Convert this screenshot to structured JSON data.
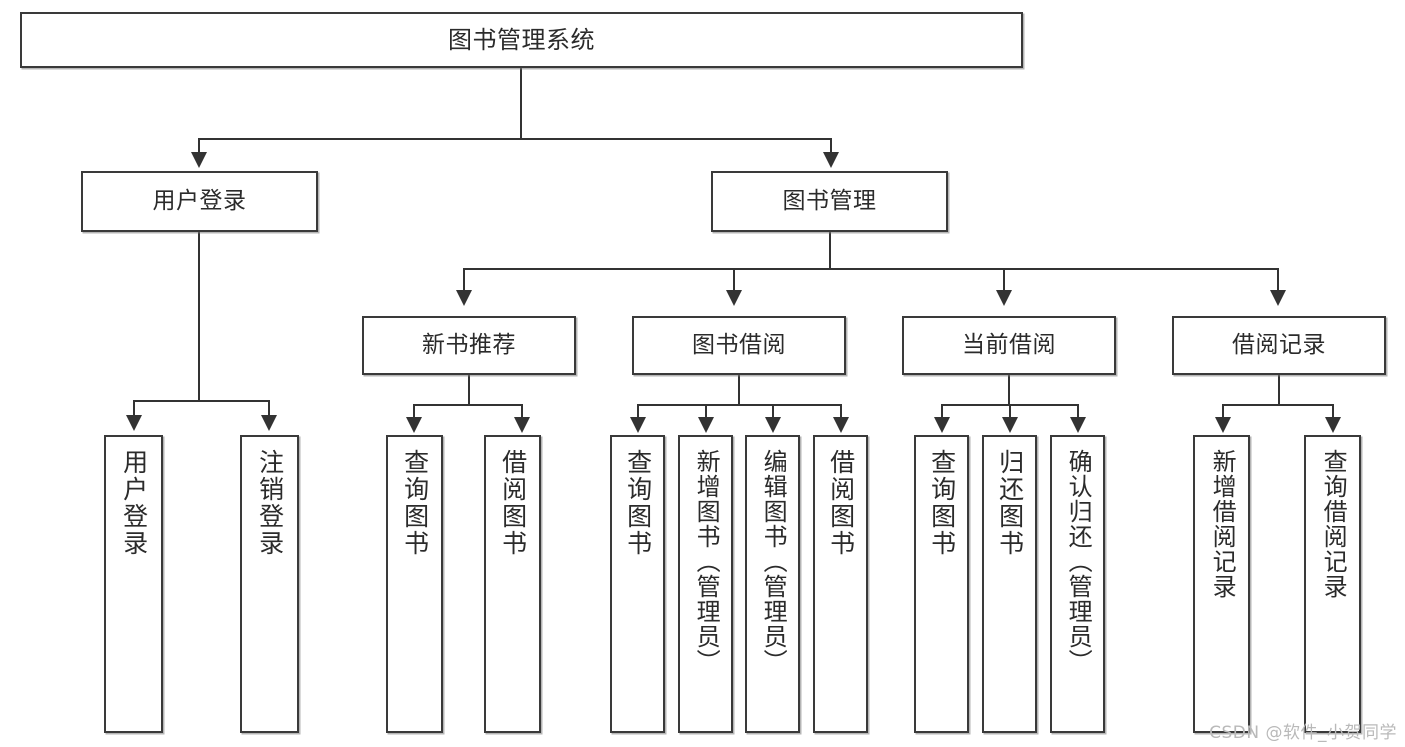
{
  "diagram": {
    "title": "图书管理系统",
    "type": "hierarchy-tree",
    "watermark": "CSDN @软件_小贺同学",
    "colors": {
      "box_border": "#3a3a3a",
      "connector": "#333333",
      "background": "#ffffff",
      "text": "#2b2b2b",
      "watermark": "#b9b9b9"
    },
    "levels": {
      "root": {
        "label": "图书管理系统"
      },
      "level1": [
        {
          "label": "用户登录"
        },
        {
          "label": "图书管理"
        }
      ],
      "level2": [
        {
          "label": "新书推荐"
        },
        {
          "label": "图书借阅"
        },
        {
          "label": "当前借阅"
        },
        {
          "label": "借阅记录"
        }
      ],
      "leaves": {
        "user_login": [
          {
            "label": "用户登录"
          },
          {
            "label": "注销登录"
          }
        ],
        "new_book_recommend": [
          {
            "label": "查询图书"
          },
          {
            "label": "借阅图书"
          }
        ],
        "book_borrow": [
          {
            "label": "查询图书"
          },
          {
            "label": "新增图书（管理员）"
          },
          {
            "label": "编辑图书（管理员）"
          },
          {
            "label": "借阅图书"
          }
        ],
        "current_borrow": [
          {
            "label": "查询图书"
          },
          {
            "label": "归还图书"
          },
          {
            "label": "确认归还（管理员）"
          }
        ],
        "borrow_record": [
          {
            "label": "新增借阅记录"
          },
          {
            "label": "查询借阅记录"
          }
        ]
      }
    }
  }
}
